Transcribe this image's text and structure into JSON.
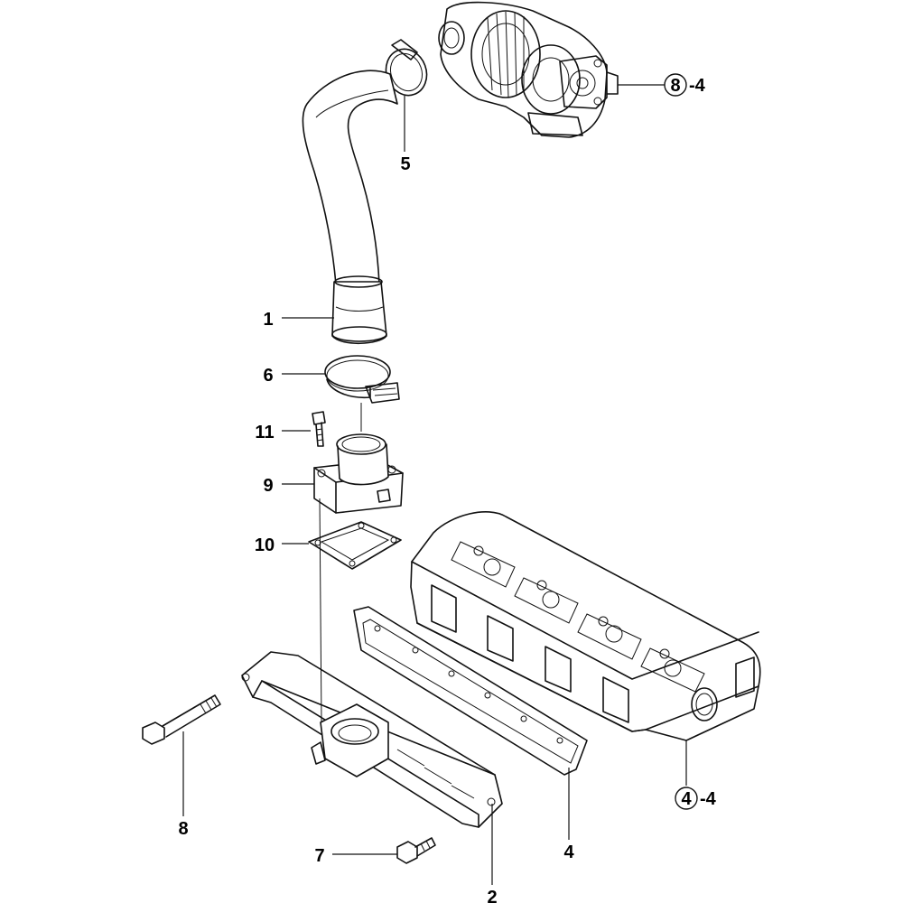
{
  "callouts": {
    "c1": "1",
    "c2": "2",
    "c4": "4",
    "c5": "5",
    "c6": "6",
    "c7": "7",
    "c8": "8",
    "c9": "9",
    "c10": "10",
    "c11": "11"
  },
  "references": {
    "turbo_ref_num": "8",
    "turbo_ref_suffix": "-4",
    "head_ref_num": "4",
    "head_ref_suffix": "-4"
  }
}
